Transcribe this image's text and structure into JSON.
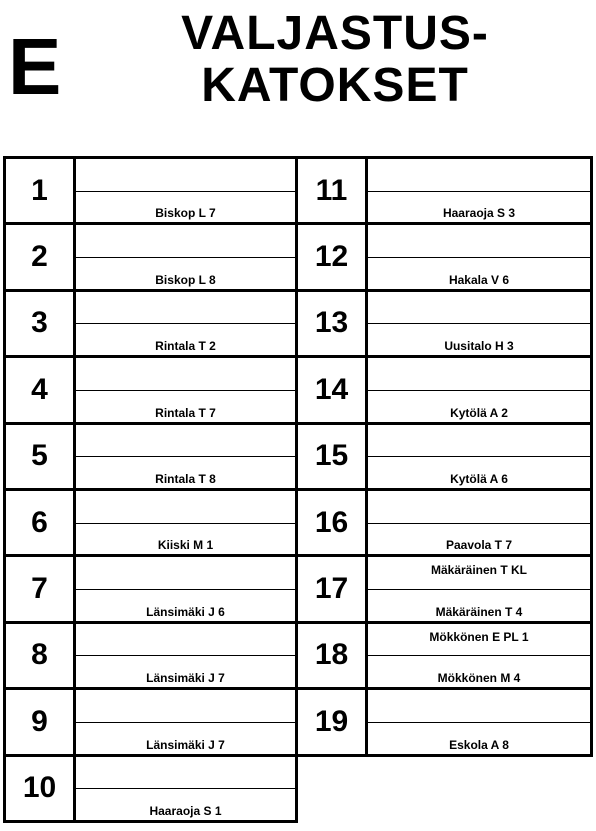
{
  "header": {
    "letter": "E",
    "title_line1": "VALJASTUS-",
    "title_line2": "KATOKSET"
  },
  "left_column": [
    {
      "number": "1",
      "top": "",
      "bottom": "Biskop L 7"
    },
    {
      "number": "2",
      "top": "",
      "bottom": "Biskop L 8"
    },
    {
      "number": "3",
      "top": "",
      "bottom": "Rintala T 2"
    },
    {
      "number": "4",
      "top": "",
      "bottom": "Rintala T 7"
    },
    {
      "number": "5",
      "top": "",
      "bottom": "Rintala T 8"
    },
    {
      "number": "6",
      "top": "",
      "bottom": "Kiiski M 1"
    },
    {
      "number": "7",
      "top": "",
      "bottom": "Länsimäki J 6"
    },
    {
      "number": "8",
      "top": "",
      "bottom": "Länsimäki J 7"
    },
    {
      "number": "9",
      "top": "",
      "bottom": "Länsimäki J 7"
    },
    {
      "number": "10",
      "top": "",
      "bottom": "Haaraoja S 1"
    }
  ],
  "right_column": [
    {
      "number": "11",
      "top": "",
      "bottom": "Haaraoja S 3"
    },
    {
      "number": "12",
      "top": "",
      "bottom": "Hakala V 6"
    },
    {
      "number": "13",
      "top": "",
      "bottom": "Uusitalo H 3"
    },
    {
      "number": "14",
      "top": "",
      "bottom": "Kytölä A 2"
    },
    {
      "number": "15",
      "top": "",
      "bottom": "Kytölä A 6"
    },
    {
      "number": "16",
      "top": "",
      "bottom": "Paavola T 7"
    },
    {
      "number": "17",
      "top": "Mäkäräinen T KL",
      "bottom": "Mäkäräinen T 4"
    },
    {
      "number": "18",
      "top": "Mökkönen E PL 1",
      "bottom": "Mökkönen M 4"
    },
    {
      "number": "19",
      "top": "",
      "bottom": "Eskola A 8"
    }
  ]
}
